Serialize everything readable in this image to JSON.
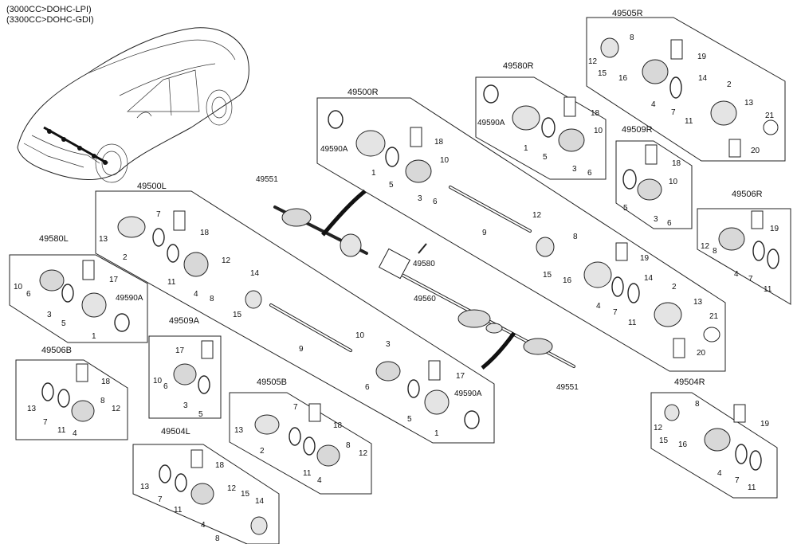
{
  "notes": [
    "(3000CC>DOHC-LPI)",
    "(3300CC>DOHC-GDI)"
  ],
  "groups": [
    {
      "id": "49505R",
      "label": "49505R",
      "parts": [
        {
          "n": "12"
        },
        {
          "n": "8"
        },
        {
          "n": "19"
        },
        {
          "n": "15"
        },
        {
          "n": "16"
        },
        {
          "n": "14"
        },
        {
          "n": "2"
        },
        {
          "n": "4"
        },
        {
          "n": "7"
        },
        {
          "n": "11"
        },
        {
          "n": "13"
        },
        {
          "n": "21"
        },
        {
          "n": "20"
        }
      ]
    },
    {
      "id": "49580R",
      "label": "49580R",
      "parts": [
        {
          "n": "49590A"
        },
        {
          "n": "18"
        },
        {
          "n": "1"
        },
        {
          "n": "10"
        },
        {
          "n": "5"
        },
        {
          "n": "3"
        },
        {
          "n": "6"
        }
      ]
    },
    {
      "id": "49500R",
      "label": "49500R",
      "parts": [
        {
          "n": "49590A"
        },
        {
          "n": "18"
        },
        {
          "n": "1"
        },
        {
          "n": "10"
        },
        {
          "n": "5"
        },
        {
          "n": "3"
        },
        {
          "n": "6"
        },
        {
          "n": "9"
        },
        {
          "n": "12"
        },
        {
          "n": "8"
        },
        {
          "n": "19"
        },
        {
          "n": "15"
        },
        {
          "n": "16"
        },
        {
          "n": "14"
        },
        {
          "n": "2"
        },
        {
          "n": "4"
        },
        {
          "n": "7"
        },
        {
          "n": "11"
        },
        {
          "n": "13"
        },
        {
          "n": "21"
        },
        {
          "n": "20"
        }
      ]
    },
    {
      "id": "49509R",
      "label": "49509R",
      "parts": [
        {
          "n": "18"
        },
        {
          "n": "10"
        },
        {
          "n": "5"
        },
        {
          "n": "3"
        },
        {
          "n": "6"
        }
      ]
    },
    {
      "id": "49506R",
      "label": "49506R",
      "parts": [
        {
          "n": "19"
        },
        {
          "n": "12"
        },
        {
          "n": "8"
        },
        {
          "n": "4"
        },
        {
          "n": "7"
        },
        {
          "n": "11"
        }
      ]
    },
    {
      "id": "49504R",
      "label": "49504R",
      "parts": [
        {
          "n": "8"
        },
        {
          "n": "19"
        },
        {
          "n": "12"
        },
        {
          "n": "15"
        },
        {
          "n": "16"
        },
        {
          "n": "4"
        },
        {
          "n": "7"
        },
        {
          "n": "11"
        }
      ]
    },
    {
      "id": "49500L",
      "label": "49500L",
      "parts": [
        {
          "n": "7"
        },
        {
          "n": "13"
        },
        {
          "n": "18"
        },
        {
          "n": "2"
        },
        {
          "n": "11"
        },
        {
          "n": "12"
        },
        {
          "n": "4"
        },
        {
          "n": "8"
        },
        {
          "n": "14"
        },
        {
          "n": "15"
        },
        {
          "n": "9"
        },
        {
          "n": "10"
        },
        {
          "n": "3"
        },
        {
          "n": "6"
        },
        {
          "n": "17"
        },
        {
          "n": "49590A"
        },
        {
          "n": "5"
        },
        {
          "n": "1"
        }
      ]
    },
    {
      "id": "49580L",
      "label": "49580L",
      "parts": [
        {
          "n": "10"
        },
        {
          "n": "6"
        },
        {
          "n": "17"
        },
        {
          "n": "3"
        },
        {
          "n": "5"
        },
        {
          "n": "49590A"
        },
        {
          "n": "1"
        }
      ]
    },
    {
      "id": "49509A",
      "label": "49509A",
      "parts": [
        {
          "n": "17"
        },
        {
          "n": "10"
        },
        {
          "n": "6"
        },
        {
          "n": "3"
        },
        {
          "n": "5"
        }
      ]
    },
    {
      "id": "49506B",
      "label": "49506B",
      "parts": [
        {
          "n": "18"
        },
        {
          "n": "13"
        },
        {
          "n": "7"
        },
        {
          "n": "11"
        },
        {
          "n": "8"
        },
        {
          "n": "12"
        },
        {
          "n": "4"
        }
      ]
    },
    {
      "id": "49505B",
      "label": "49505B",
      "parts": [
        {
          "n": "7"
        },
        {
          "n": "13"
        },
        {
          "n": "18"
        },
        {
          "n": "2"
        },
        {
          "n": "11"
        },
        {
          "n": "8"
        },
        {
          "n": "12"
        },
        {
          "n": "4"
        }
      ]
    },
    {
      "id": "49504L",
      "label": "49504L",
      "parts": [
        {
          "n": "18"
        },
        {
          "n": "13"
        },
        {
          "n": "7"
        },
        {
          "n": "11"
        },
        {
          "n": "12"
        },
        {
          "n": "15"
        },
        {
          "n": "14"
        },
        {
          "n": "4"
        },
        {
          "n": "8"
        }
      ]
    }
  ],
  "center_parts": [
    {
      "n": "49551"
    },
    {
      "n": "49580"
    },
    {
      "n": "49560"
    },
    {
      "n": "49551"
    }
  ]
}
